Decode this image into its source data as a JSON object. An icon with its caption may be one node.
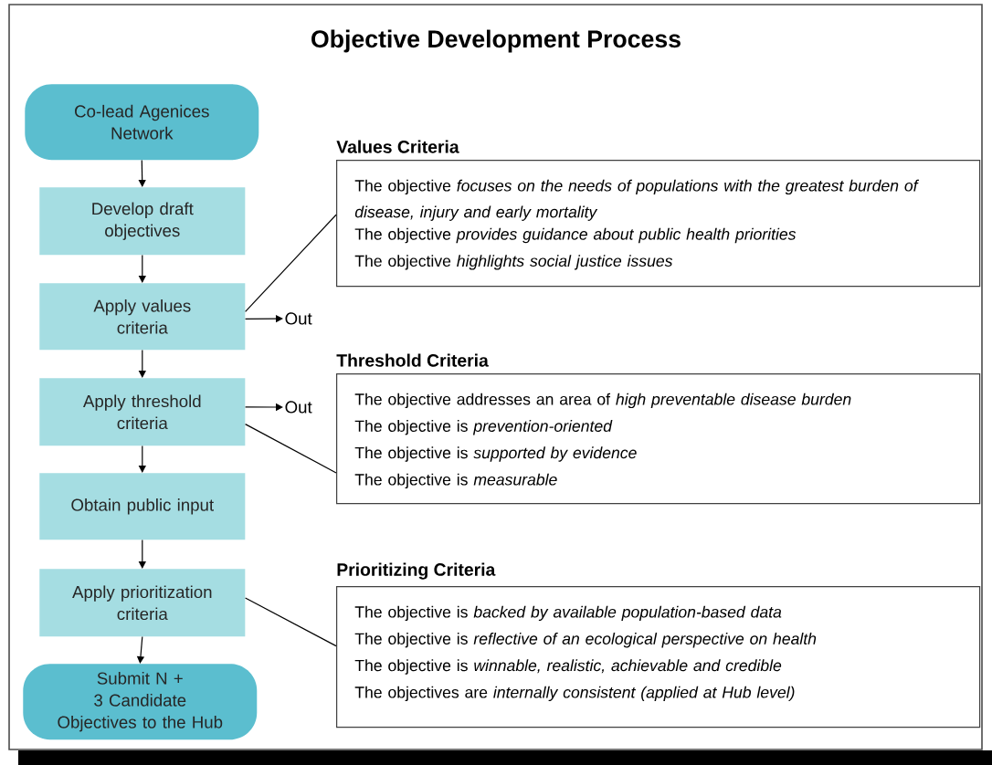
{
  "diagram": {
    "title": "Objective Development Process",
    "nodes": [
      {
        "text": [
          "Co-lead Agenices Network"
        ]
      },
      {
        "text": [
          "Develop draft objectives"
        ]
      },
      {
        "text": [
          "Apply values criteria"
        ]
      },
      {
        "text": [
          "Apply threshold criteria"
        ]
      },
      {
        "text": [
          "Obtain public input"
        ]
      },
      {
        "text": [
          "Apply prioritization criteria"
        ]
      },
      {
        "text": [
          "Submit N + 3 Candidate Objectives to the Hub"
        ]
      },
      {
        "text": [
          "Out"
        ]
      },
      {
        "text": [
          "Out"
        ]
      },
      {
        "text": [
          "Values Criteria",
          "The objective *focuses on the needs of populations with the greatest burden of disease, injury and early mortality*",
          "The objective *provides guidance about public health priorities*",
          "The objective *highlights social justice issues*"
        ]
      },
      {
        "text": [
          "Threshold Criteria",
          "The objective addresses an area of *high preventable disease burden*",
          "The objective is *prevention-oriented*",
          "The objective is *supported by evidence*",
          "The objective is *measurable*"
        ]
      },
      {
        "text": [
          "Prioritizing Criteria",
          "The objective is *backed by available population-based data*",
          "The objective is *reflective of an ecological perspective on health*",
          "The objective is *winnable, realistic, achievable and credible*",
          "The objectives are *internally consistent (applied at Hub level)*"
        ]
      }
    ],
    "edges": [
      {
        "from": 0,
        "to": 1,
        "arrow": "to"
      },
      {
        "from": 1,
        "to": 2,
        "arrow": "to"
      },
      {
        "from": 2,
        "to": 3,
        "arrow": "to"
      },
      {
        "from": 3,
        "to": 4,
        "arrow": "to"
      },
      {
        "from": 4,
        "to": 5,
        "arrow": "to"
      },
      {
        "from": 5,
        "to": 6,
        "arrow": "to"
      },
      {
        "from": 2,
        "to": 7,
        "arrow": "to"
      },
      {
        "from": 3,
        "to": 8,
        "arrow": "to"
      },
      {
        "from": 2,
        "to": 9,
        "arrow": "none"
      },
      {
        "from": 3,
        "to": 10,
        "arrow": "none"
      },
      {
        "from": 5,
        "to": 11,
        "arrow": "none"
      }
    ]
  }
}
